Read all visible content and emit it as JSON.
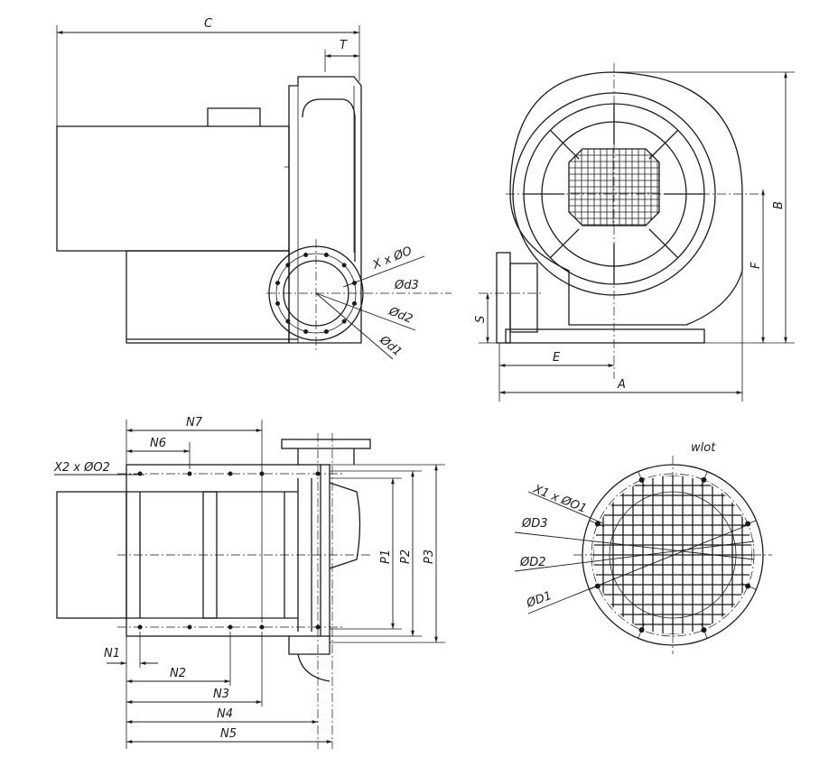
{
  "labels": {
    "C": "C",
    "T": "T",
    "XxO": "X x ØO",
    "d3": "Ød3",
    "d2": "Ød2",
    "d1": "Ød1",
    "B": "B",
    "F": "F",
    "S": "S",
    "E": "E",
    "A": "A",
    "N7": "N7",
    "N6": "N6",
    "X2xO2": "X2 x ØO2",
    "P1": "P1",
    "P2": "P2",
    "P3": "P3",
    "N1": "N1",
    "N2": "N2",
    "N3": "N3",
    "N4": "N4",
    "N5": "N5",
    "wlot": "wlot",
    "X1xO1": "X1 x ØO1",
    "D3": "ØD3",
    "D2": "ØD2",
    "D1": "ØD1"
  },
  "colors": {
    "line": "#1a1a1a",
    "background": "#ffffff"
  }
}
